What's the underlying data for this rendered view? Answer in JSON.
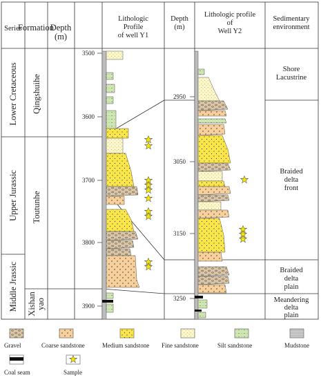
{
  "header": {
    "series": "Series",
    "formation": "Formation",
    "depth_line1": "Depth",
    "depth_line2": "(m)",
    "y1_line1": "Lithologic",
    "y1_line2": "Profile",
    "y1_line3": "of well Y1",
    "depth2_line1": "Depth",
    "depth2_line2": "(m)",
    "y2_line1": "Lithologic profile",
    "y2_line2": "of",
    "y2_line3": "Well Y2",
    "env_line1": "Sedimentary",
    "env_line2": "environment"
  },
  "series": {
    "lower_cretaceous": "Lower Cretaceous",
    "upper_jurassic": "Upper  Jurassic",
    "middle_jurassic": "Middle Jrassic"
  },
  "formations": {
    "qingshuihe": "Qingshuihe",
    "toutunhe": "Toutunhe",
    "xishanyao_1": "Xishan",
    "xishanyao_2": "yao"
  },
  "y1_depths": [
    "3500",
    "3600",
    "3700",
    "3800",
    "3900"
  ],
  "y2_depths": [
    "2950",
    "3050",
    "3150",
    "3250"
  ],
  "environments": {
    "shore_1": "Shore",
    "shore_2": "Lacustrine",
    "bdf_1": "Braided",
    "bdf_2": "delta",
    "bdf_3": "front",
    "bdp_1": "Braided",
    "bdp_2": "delta",
    "bdp_3": "plain",
    "mdp_1": "Meandering",
    "mdp_2": "delta",
    "mdp_3": "plain"
  },
  "legend": {
    "gravel": "Gravel",
    "coarse": "Coarse sandstone",
    "medium": "Medium sandstone",
    "fine": "Fine sandstone",
    "silt": "Silt sandstone",
    "mudstone": "Mudstone",
    "coal": "Coal seam",
    "sample": "Sample"
  },
  "colors": {
    "gravel": "#d9c6a8",
    "coarse": "#f6cf9a",
    "medium": "#fbe64a",
    "fine": "#fdf6c6",
    "silt": "#cfe6b2",
    "mudstone": "#c8c8c8",
    "coal": "#111111",
    "star": "#f5e600"
  }
}
